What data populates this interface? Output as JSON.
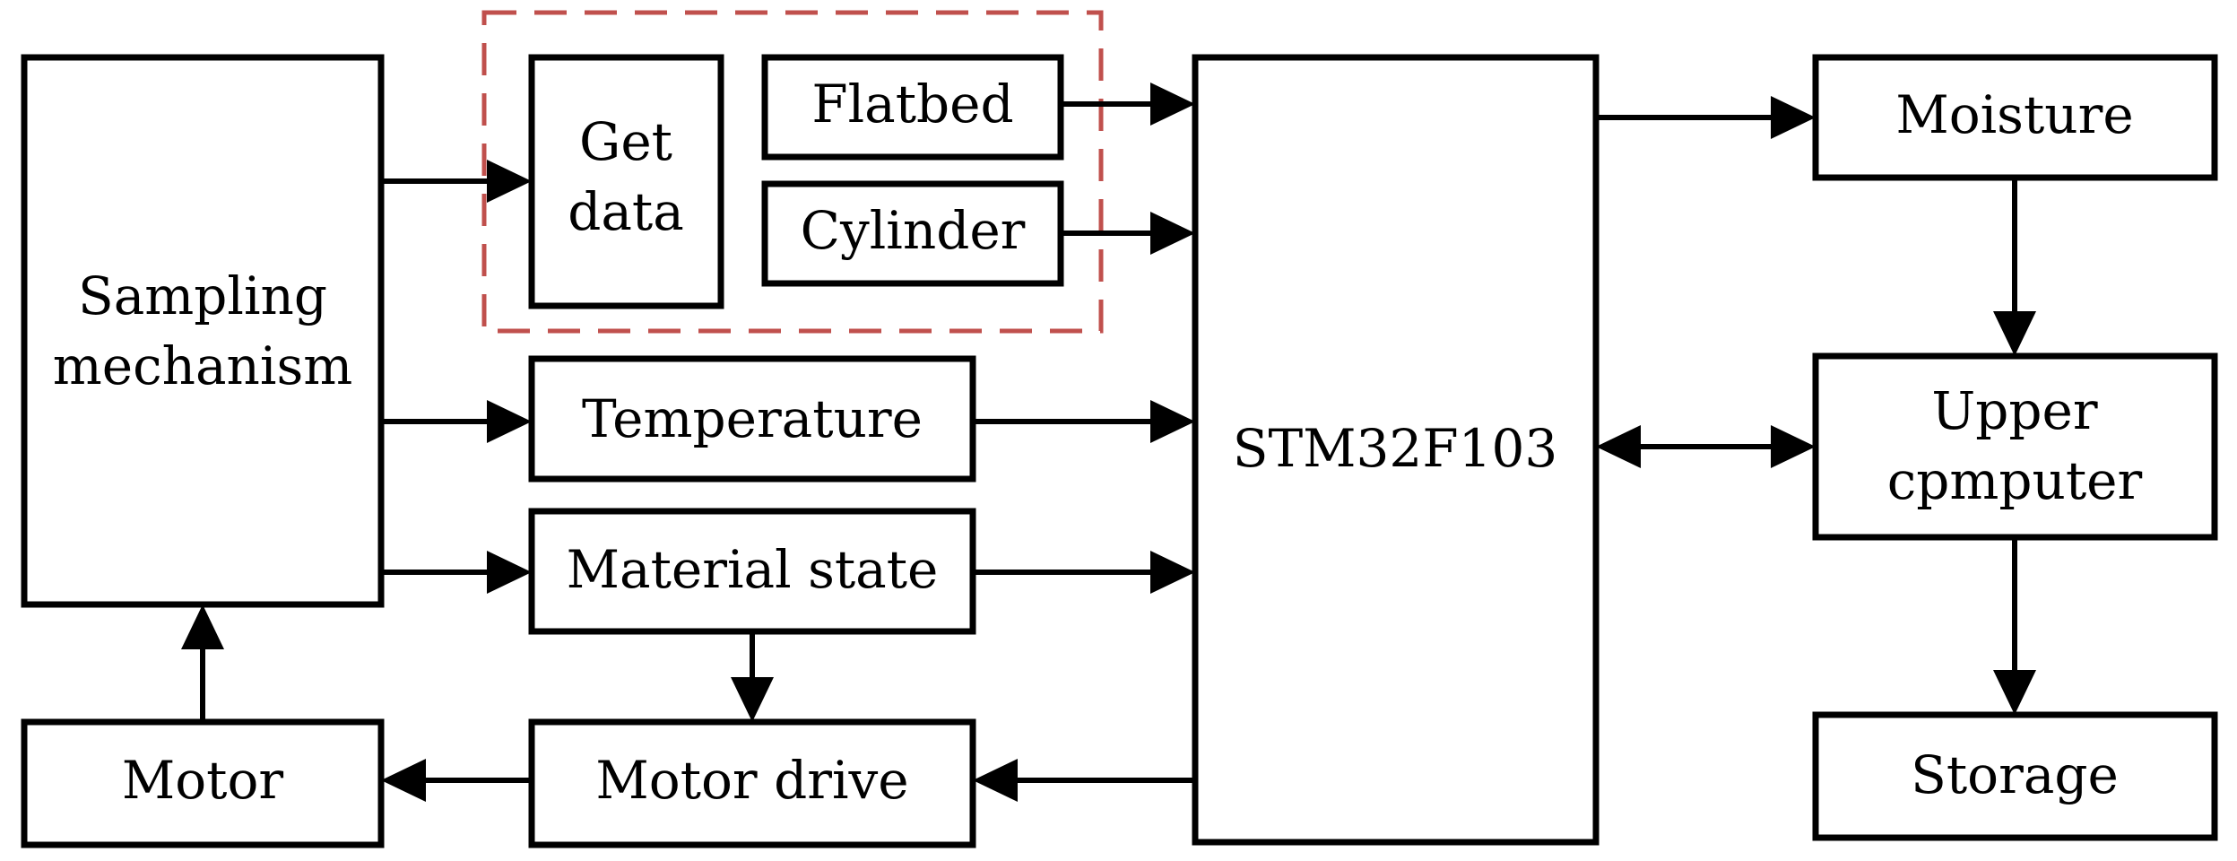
{
  "diagram": {
    "sampling": {
      "line1": "Sampling",
      "line2": "mechanism"
    },
    "get_data": {
      "line1": "Get",
      "line2": "data"
    },
    "flatbed": "Flatbed",
    "cylinder": "Cylinder",
    "temperature": "Temperature",
    "material_state": "Material state",
    "motor_drive": "Motor drive",
    "motor": "Motor",
    "stm32": "STM32F103",
    "moisture": "Moisture",
    "upper": {
      "line1": "Upper",
      "line2": "cpmputer"
    },
    "storage": "Storage",
    "colors": {
      "outline": "#000000",
      "dashed_group": "#c0504d",
      "background": "#ffffff"
    }
  }
}
